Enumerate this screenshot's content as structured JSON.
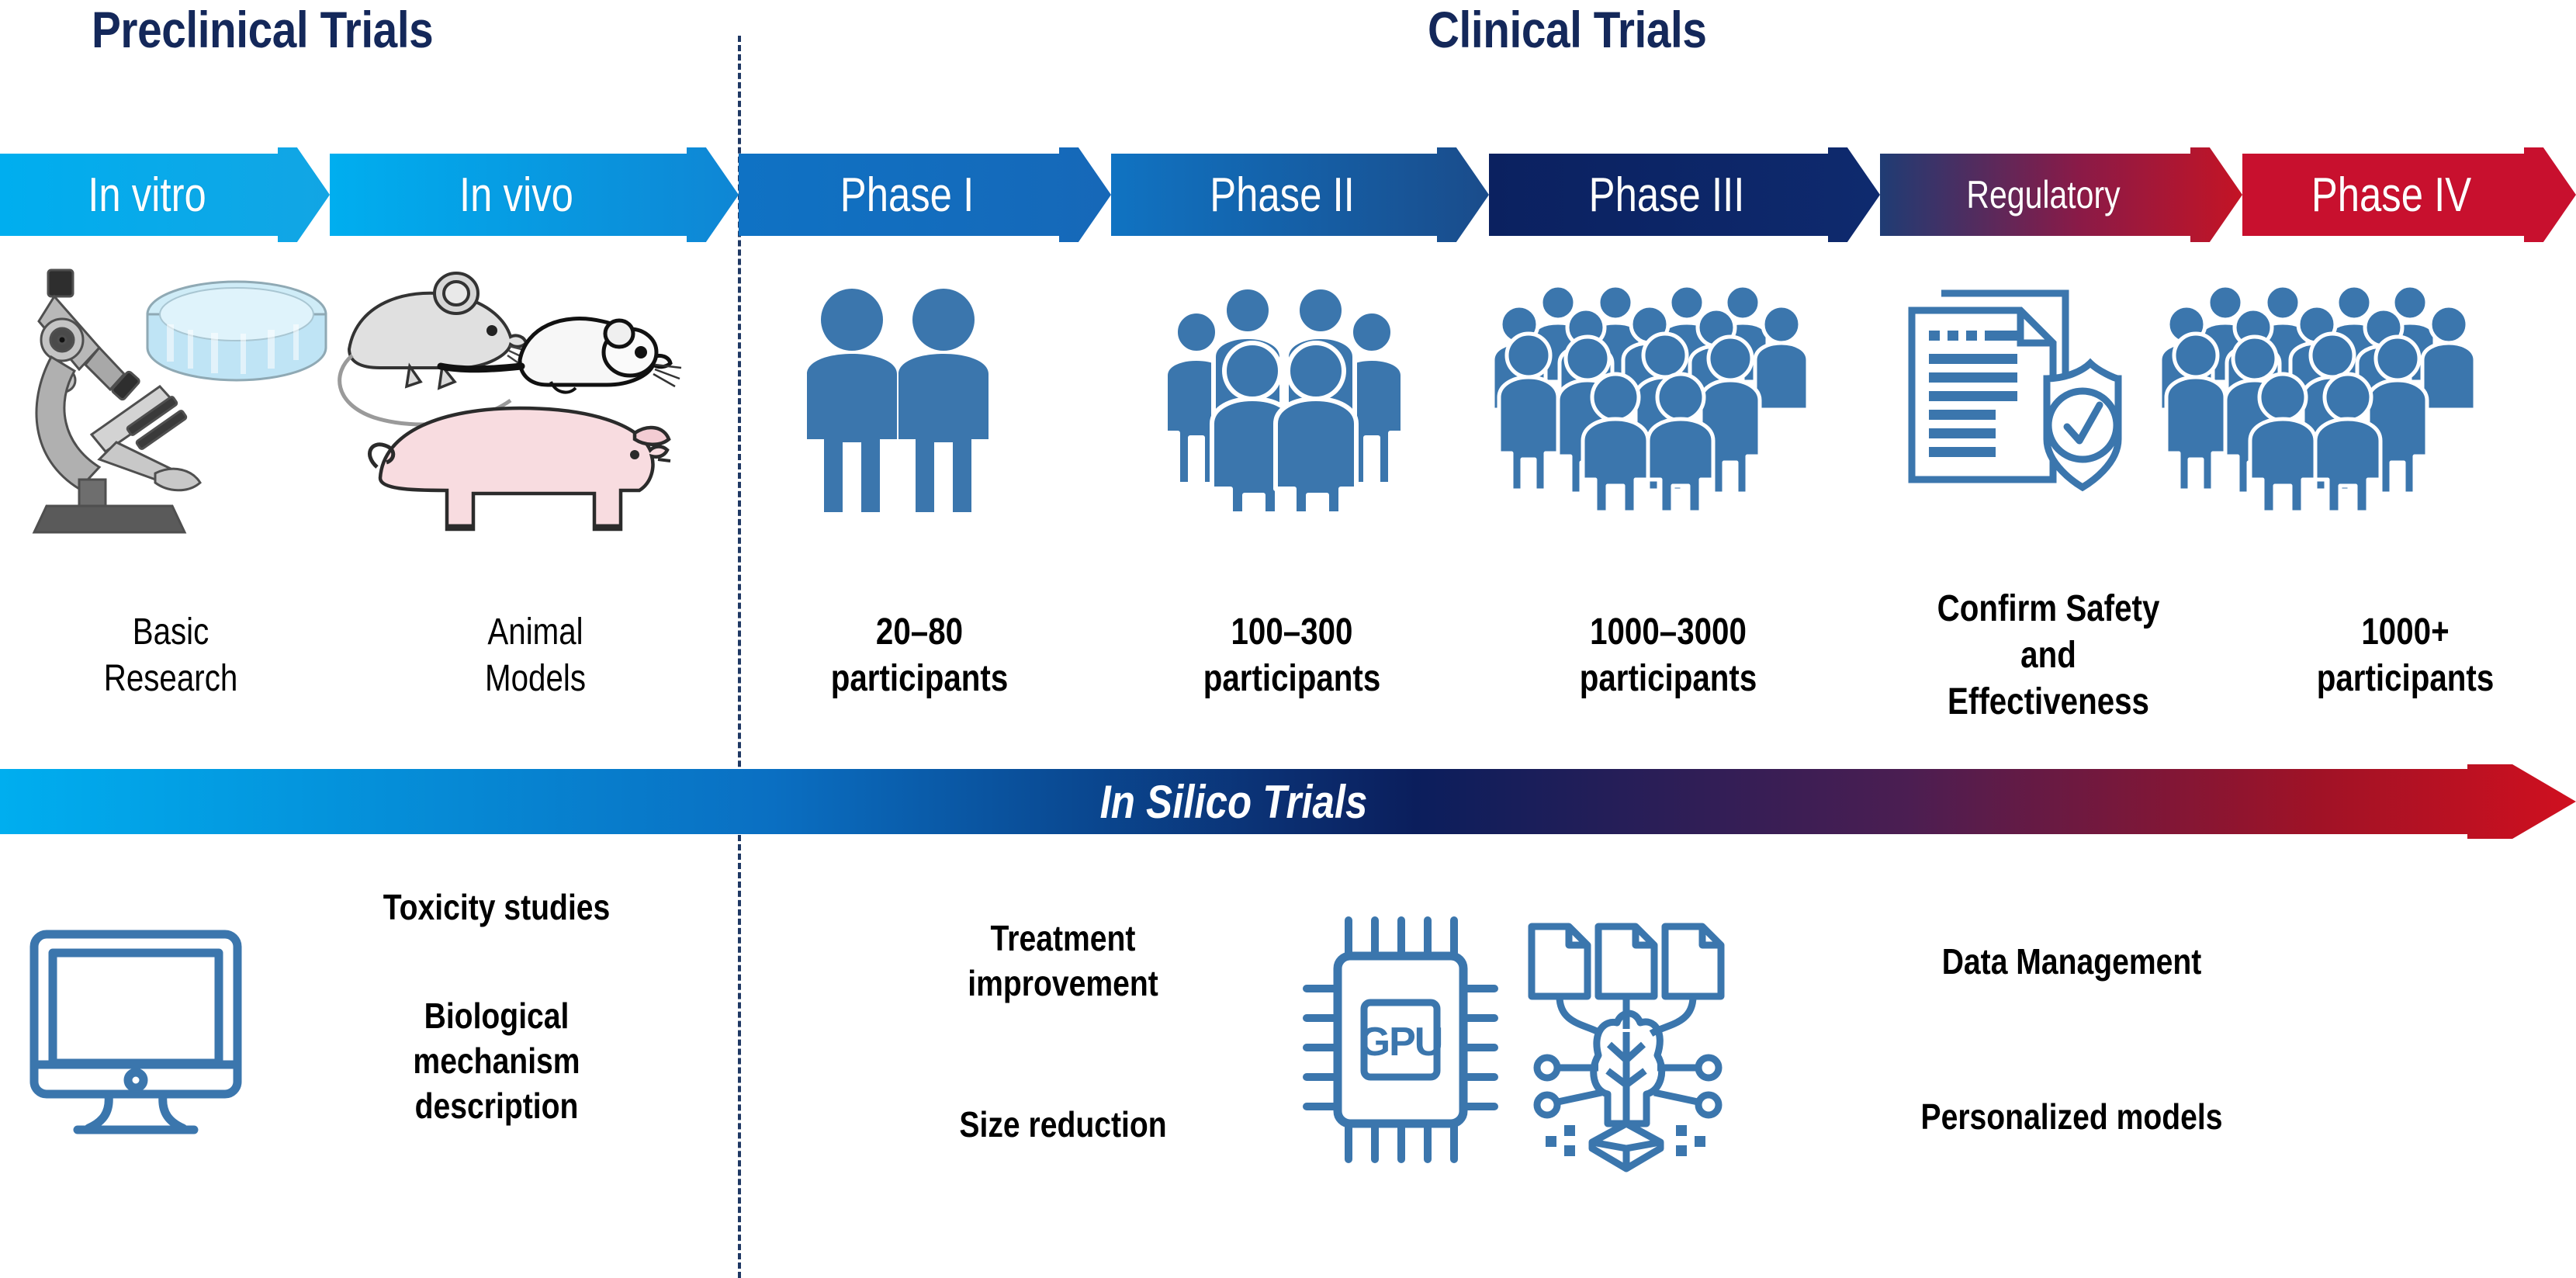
{
  "figure": {
    "sections": [
      {
        "id": "preclinical",
        "title": "Preclinical Trials"
      },
      {
        "id": "clinical",
        "title": "Clinical Trials"
      }
    ],
    "divider": {
      "name": "preclinical-clinical-divider",
      "color": "#1F3864"
    }
  },
  "stages": [
    {
      "key": "in-vitro",
      "label": "In vitro",
      "caption": "Basic\nResearch",
      "caption_bold": false,
      "fill_from": "#00AEEF",
      "fill_to": "#12A5E4",
      "icon": "microscope-petri-dish-icon"
    },
    {
      "key": "in-vivo",
      "label": "In vivo",
      "caption": "Animal\nModels",
      "caption_bold": false,
      "fill_from": "#00AEEF",
      "fill_to": "#0F86D4",
      "icon": "lab-animals-icon"
    },
    {
      "key": "phase-1",
      "label": "Phase I",
      "caption": "20–80\nparticipants",
      "caption_bold": true,
      "fill_from": "#0F72C4",
      "fill_to": "#1668B8",
      "icon": "two-participants-icon"
    },
    {
      "key": "phase-2",
      "label": "Phase II",
      "caption": "100–300\nparticipants",
      "caption_bold": true,
      "fill_from": "#1073C2",
      "fill_to": "#1A4C8B",
      "icon": "small-crowd-icon"
    },
    {
      "key": "phase-3",
      "label": "Phase III",
      "caption": "1000–3000\nparticipants",
      "caption_bold": true,
      "fill_from": "#0B2160",
      "fill_to": "#0E2A6E",
      "icon": "large-crowd-icon"
    },
    {
      "key": "regulatory",
      "label": "Regulatory",
      "caption": "Confirm Safety\nand\nEffectiveness",
      "caption_bold": true,
      "fill_from": "#1F3C74",
      "fill_to": "#C41425",
      "icon": "document-shield-check-icon"
    },
    {
      "key": "phase-4",
      "label": "Phase IV",
      "caption": "1000+\nparticipants",
      "caption_bold": true,
      "fill_from": "#C8102E",
      "fill_to": "#C8102E",
      "icon": "large-crowd-icon"
    }
  ],
  "silico_bar": {
    "label": "In Silico Trials",
    "gradient": [
      "#00AEEF",
      "#0A6FC2",
      "#0B1E5C",
      "#4B1E52",
      "#A01226",
      "#D0101F"
    ]
  },
  "benefits": [
    {
      "key": "toxicity",
      "text": "Toxicity studies"
    },
    {
      "key": "biological-mechanism",
      "text": "Biological\nmechanism\ndescription"
    },
    {
      "key": "treatment-improvement",
      "text": "Treatment\nimprovement"
    },
    {
      "key": "size-reduction",
      "text": "Size reduction"
    },
    {
      "key": "data-management",
      "text": "Data Management"
    },
    {
      "key": "personalized-models",
      "text": "Personalized models"
    }
  ],
  "benefit_icons": [
    {
      "key": "computer",
      "name": "desktop-computer-icon"
    },
    {
      "key": "gpu",
      "name": "gpu-chip-icon",
      "text": "GPU"
    },
    {
      "key": "ai",
      "name": "ai-neural-network-icon"
    }
  ],
  "colors": {
    "people_blue": "#3B76AD",
    "icon_blue": "#3B76AD",
    "navy_text": "#14285A",
    "red": "#C8102E",
    "cyan": "#00AEEF"
  }
}
